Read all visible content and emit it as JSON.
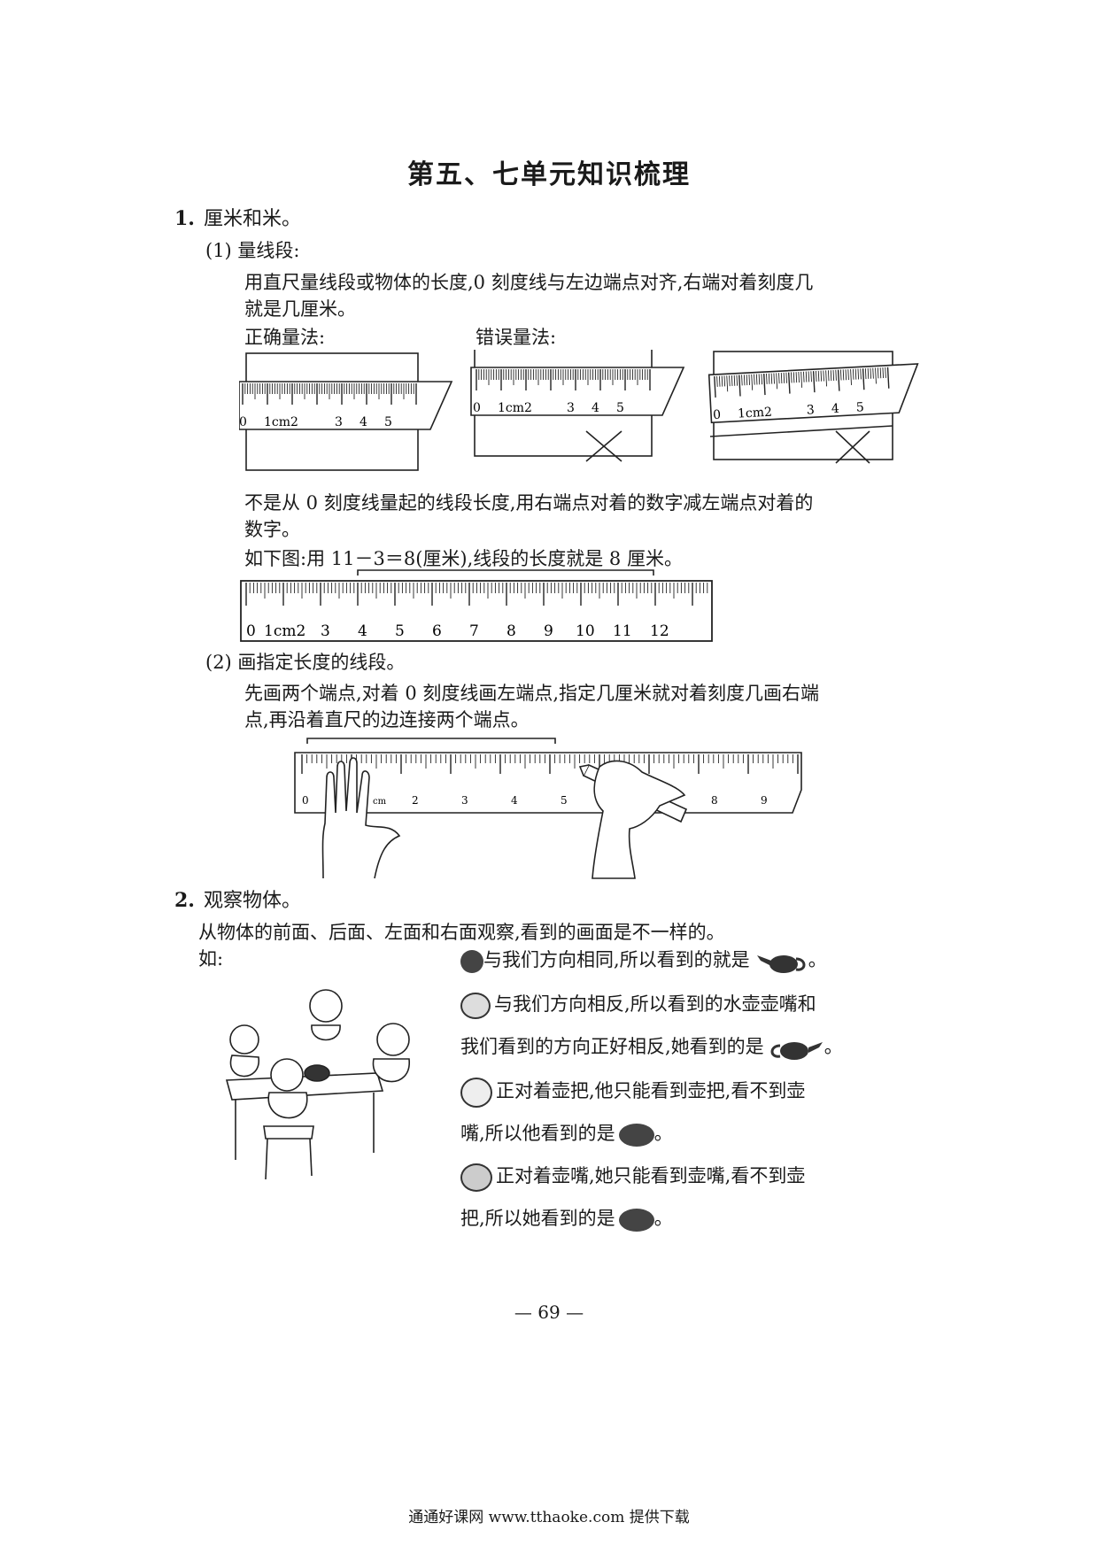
{
  "title": "第五、七单元知识梳理",
  "s1": {
    "num": "1.",
    "heading": "厘米和米。",
    "sub1": "(1) 量线段:",
    "p1_line1": "用直尺量线段或物体的长度,0 刻度线与左边端点对齐,右端对着刻度几",
    "p1_line2": "就是几厘米。",
    "correct_label": "正确量法:",
    "wrong_label": "错误量法:",
    "p2_line1": "不是从 0 刻度线量起的线段长度,用右端点对着的数字减左端点对着的",
    "p2_line2": "数字。",
    "p3": "如下图:用 11－3＝8(厘米),线段的长度就是 8 厘米。",
    "small_ruler_labels": [
      "0",
      "1cm2",
      "3",
      "4",
      "5"
    ],
    "long_ruler_labels": [
      "0",
      "1cm2",
      "3",
      "4",
      "5",
      "6",
      "7",
      "8",
      "9",
      "10",
      "11",
      "12"
    ],
    "sub2": "(2) 画指定长度的线段。",
    "p4_line1": "先画两个端点,对着 0 刻度线画左端点,指定几厘米就对着刻度几画右端",
    "p4_line2": "点,再沿着直尺的边连接两个端点。",
    "hand_ruler_labels": [
      "0",
      "cm",
      "2",
      "3",
      "4",
      "5",
      "8",
      "9"
    ]
  },
  "s2": {
    "num": "2.",
    "heading": "观察物体。",
    "p1": "从物体的前面、后面、左面和右面观察,看到的画面是不一样的。",
    "ru": "如:",
    "l1": "与我们方向相同,所以看到的就是",
    "l2a": "与我们方向相反,所以看到的水壶壶嘴和",
    "l2b": "我们看到的方向正好相反,她看到的是",
    "l3a": "正对着壶把,他只能看到壶把,看不到壶",
    "l3b": "嘴,所以他看到的是",
    "l4a": "正对着壶嘴,她只能看到壶嘴,看不到壶",
    "l4b": "把,所以她看到的是",
    "period": "。"
  },
  "page_number": "— 69 —",
  "footer": "通通好课网 www.tthaoke.com 提供下载"
}
